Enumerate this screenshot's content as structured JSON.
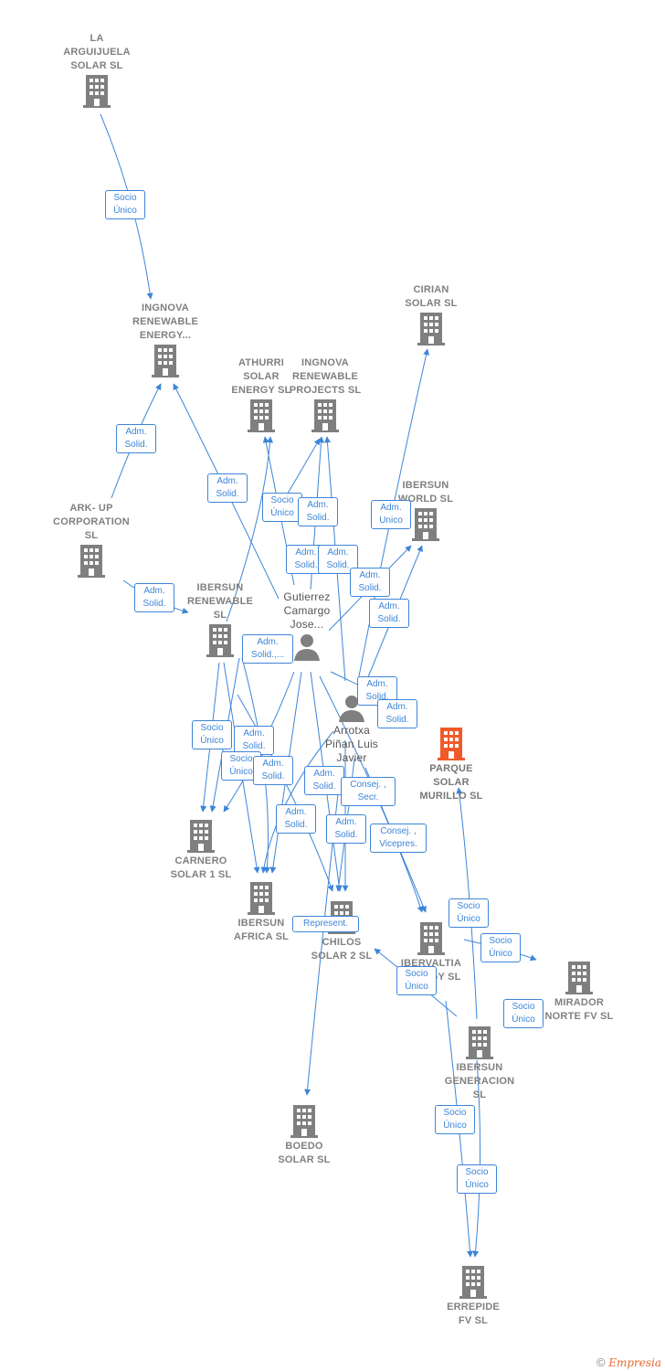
{
  "colors": {
    "edge": "#3d85d8",
    "building": "#7f7f7f",
    "target": "#f05a28",
    "person": "#7f7f7f"
  },
  "nodes": {
    "la_arguijuela": {
      "label": "LA\nARGUIJUELA\nSOLAR  SL",
      "icon": "building-icon"
    },
    "ingnova_energy": {
      "label": "INGNOVA\nRENEWABLE\nENERGY...",
      "icon": "building-icon"
    },
    "cirian": {
      "label": "CIRIAN\nSOLAR  SL",
      "icon": "building-icon"
    },
    "athurri": {
      "label": "ATHURRI\nSOLAR\nENERGY  SL",
      "icon": "building-icon"
    },
    "ingnova_projects": {
      "label": "INGNOVA\nRENEWABLE\nPROJECTS  SL",
      "icon": "building-icon"
    },
    "ibersun_world": {
      "label": "IBERSUN\nWORLD  SL",
      "icon": "building-icon"
    },
    "ark_up": {
      "label": "ARK- UP\nCORPORATION\nSL",
      "icon": "building-icon"
    },
    "ibersun_renewable": {
      "label": "IBERSUN\nRENEWABLE\nSL",
      "icon": "building-icon"
    },
    "gutierrez": {
      "label": "Gutierrez\nCamargo\nJose...",
      "icon": "person-icon"
    },
    "arrotxa": {
      "label": "Arrotxa\nPiñan Luis\nJavier",
      "icon": "person-icon"
    },
    "parque_murillo": {
      "label": "PARQUE\nSOLAR\nMURILLO  SL",
      "icon": "building-icon"
    },
    "carnero": {
      "label": "CARNERO\nSOLAR 1  SL",
      "icon": "building-icon"
    },
    "ibersun_africa": {
      "label": "IBERSUN\nAFRICA  SL",
      "icon": "building-icon"
    },
    "chilos": {
      "label": "CHILOS\nSOLAR 2  SL",
      "icon": "building-icon"
    },
    "ibervaltia": {
      "label": "IBERVALTIA\nENERGY  SL",
      "icon": "building-icon"
    },
    "mirador_norte": {
      "label": "MIRADOR\nNORTE FV  SL",
      "icon": "building-icon"
    },
    "ibersun_generacion": {
      "label": "IBERSUN\nGENERACION\nSL",
      "icon": "building-icon"
    },
    "boedo": {
      "label": "BOEDO\nSOLAR  SL",
      "icon": "building-icon"
    },
    "errepide": {
      "label": "ERREPIDE\nFV  SL",
      "icon": "building-icon"
    }
  },
  "relations": [
    "Socio\nÚnico",
    "Adm.\nSolid.",
    "Adm.\nSolid.",
    "Adm.\nSolid.",
    "Socio\nÚnico",
    "Adm.\nSolid.",
    "Adm.\nSolid.",
    "Adm.\nSolid.",
    "Adm.\nUnico",
    "Adm.\nSolid.",
    "Adm.\nSolid.",
    "Adm.\nSolid.,...",
    "Adm.\nSolid.",
    "Adm.\nSolid.",
    "Socio\nÚnico",
    "Adm.\nSolid.",
    "Socio\nÚnico",
    "Adm.\nSolid.",
    "Adm.\nSolid.",
    "Consej. ,\nSecr.",
    "Adm.\nSolid.",
    "Adm.\nSolid.",
    "Consej. ,\nVicepres.",
    "Represent.",
    "Socio\nÚnico",
    "Socio\nÚnico",
    "Socio\nÚnico",
    "Socio\nÚnico",
    "Socio\nÚnico",
    "Socio\nÚnico"
  ],
  "watermark": {
    "copyright": "©",
    "brand": "Empresia"
  }
}
